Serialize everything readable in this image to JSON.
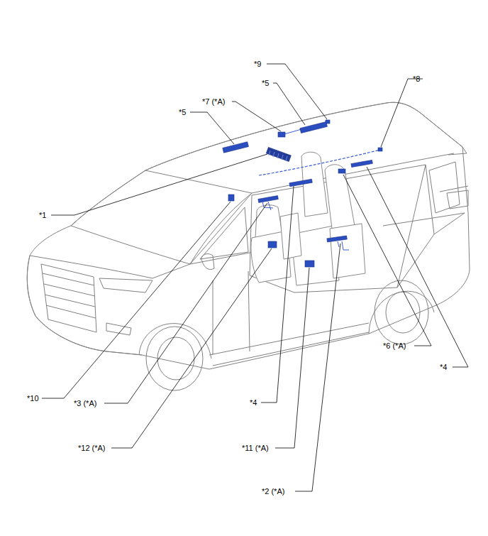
{
  "diagram": {
    "labels": [
      "*9",
      "*5",
      "*7 (*A)",
      "*5",
      "*8",
      "*1",
      "*6 (*A)",
      "*4",
      "*10",
      "*3 (*A)",
      "*4",
      "*12 (*A)",
      "*11 (*A)",
      "*2 (*A)"
    ]
  }
}
